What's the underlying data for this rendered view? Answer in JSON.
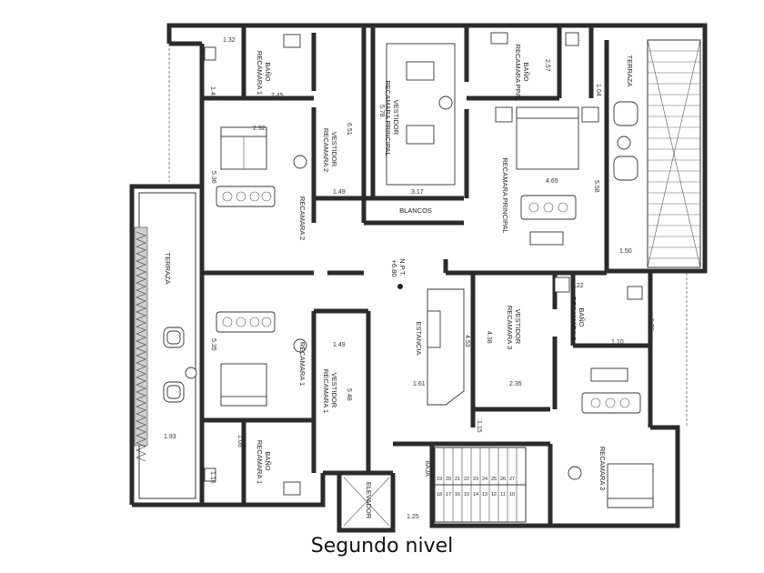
{
  "caption": "Segundo nivel",
  "rooms": {
    "bano_recamara_1_top": [
      "BAÑO",
      "RECAMARA 1"
    ],
    "vestidor_recamara_2": [
      "VESTIDOR",
      "RECAMARA 2"
    ],
    "vestidor_recamara_principal": [
      "VESTIDOR",
      "RECAMARA PRINCIPAL"
    ],
    "bano_recamara_ppal": [
      "BAÑO",
      "RECAMARA PPAL"
    ],
    "terraza_right": "TERRAZA",
    "recamara_2": "RECAMARA 2",
    "blancos": "BLANCOS",
    "recamara_principal": "RECAMARA PRINCIPAL",
    "terraza_left": "TERRAZA",
    "npt": [
      "N.P.T.",
      "+6.80"
    ],
    "estancia": "ESTANCIA",
    "vestidor_recamara_3": [
      "VESTIDOR",
      "RECAMARA 3"
    ],
    "bano_recamara_3": [
      "BAÑO",
      "RECAMARA 3"
    ],
    "recamara_1": "RECAMARA 1",
    "vestidor_recamara_1": [
      "VESTIDOR",
      "RECAMARA 1"
    ],
    "bano_recamara_1_bottom": [
      "BAÑO",
      "RECAMARA 1"
    ],
    "elevador": "ELEVADOR",
    "recamara_3": "RECAMARA 3",
    "baja": "BAJA"
  },
  "dimensions": {
    "d_132": "1.32",
    "d_245": "2.45",
    "d_145": "1.45",
    "d_651": "6.51",
    "d_578": "5.78",
    "d_257": "2.57",
    "d_104": "1.04",
    "d_292": "2.92",
    "d_536": "5.36",
    "d_149a": "1.49",
    "d_317": "3.17",
    "d_465": "4.65",
    "d_558": "5.58",
    "d_150": "1.50",
    "d_122": "1.22",
    "d_535": "5.35",
    "d_149b": "1.49",
    "d_453": "4.53",
    "d_438": "4.38",
    "d_548": "5.48",
    "d_161": "1.61",
    "d_235": "2.35",
    "d_193": "1.93",
    "d_115": "1.15",
    "d_125": "1.25",
    "d_116": "1.16",
    "d_105": "1.05",
    "d_110": "1.10",
    "d_128": "1.28"
  },
  "stairs": [
    "19",
    "20",
    "21",
    "22",
    "23",
    "24",
    "25",
    "26",
    "27",
    "18",
    "17",
    "16",
    "15",
    "14",
    "13",
    "12",
    "11",
    "10"
  ]
}
